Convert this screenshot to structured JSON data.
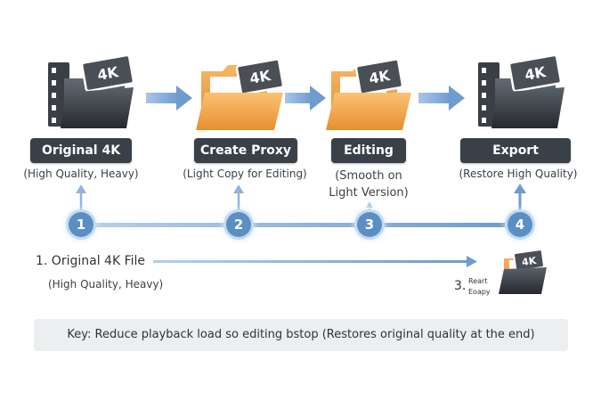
{
  "stages": [
    {
      "icon": "film-folder-icon",
      "badge": "4K",
      "title": "Original 4K File",
      "subtitle": "(High Quality, Heavy)"
    },
    {
      "icon": "orange-folder-icon",
      "badge": "4K",
      "title": "Create Proxy",
      "subtitle": "(Light Copy for Editing)"
    },
    {
      "icon": "orange-folder-icon",
      "badge": "4K",
      "title": "Editing",
      "subtitle": "(Smooth on Light Version)"
    },
    {
      "icon": "film-folder-icon",
      "badge": "4K",
      "title": "Export",
      "subtitle": "(Restore High Quality)"
    }
  ],
  "steps": [
    "1",
    "2",
    "3",
    "4"
  ],
  "detail": {
    "step1_title": "1. Original 4K File",
    "step1_sub": "(High Quality, Heavy)",
    "step3_num": "3.",
    "step3_line1": "Reart",
    "step3_line2": "Eoapy",
    "step3_badge": "4K"
  },
  "key": "Key: Reduce playback load so editing bstop (Restores original quality at the end)",
  "colors": {
    "label_bg": "#3a4047",
    "arrow": "#7da7d4",
    "circle": "#5b8fc4",
    "folder_orange": "#f0a24a",
    "folder_dark": "#4a5058",
    "key_bg": "#eceef0"
  }
}
